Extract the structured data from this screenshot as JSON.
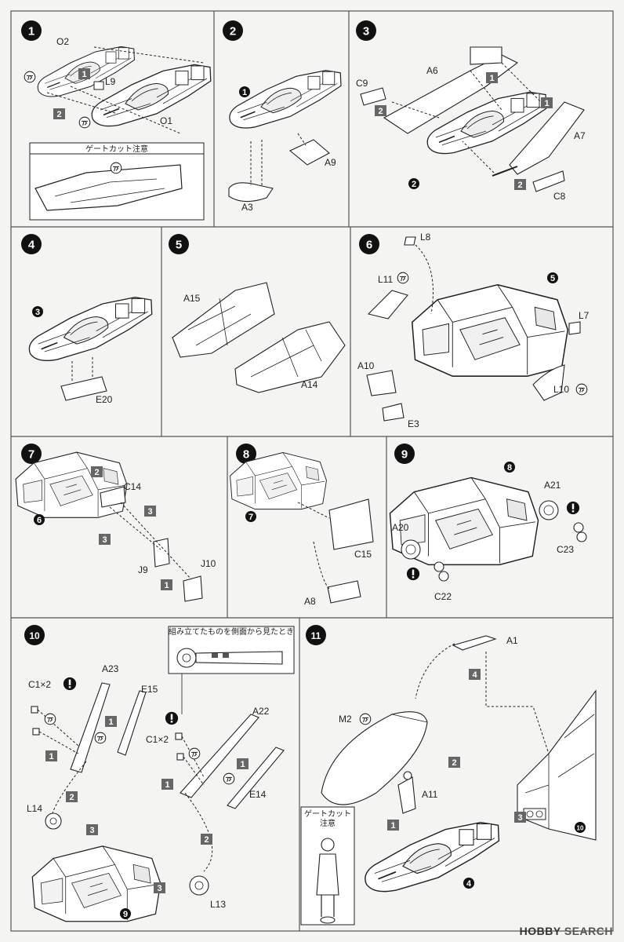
{
  "steps": [
    "1",
    "2",
    "3",
    "4",
    "5",
    "6",
    "7",
    "8",
    "9",
    "10",
    "11"
  ],
  "badges": [
    "1",
    "2",
    "3",
    "4"
  ],
  "panels": {
    "s1": {
      "parts": [
        "O2",
        "L9",
        "O1"
      ],
      "note": "ゲートカット注意"
    },
    "s2": {
      "parts": [
        "A9",
        "A3"
      ]
    },
    "s3": {
      "parts": [
        "C9",
        "A6",
        "A7",
        "C8"
      ]
    },
    "s4": {
      "parts": [
        "E20"
      ]
    },
    "s5": {
      "parts": [
        "A15",
        "A14"
      ]
    },
    "s6": {
      "parts": [
        "L8",
        "L11",
        "L7",
        "A10",
        "L10",
        "E3"
      ]
    },
    "s7": {
      "parts": [
        "C14",
        "J9",
        "J10"
      ]
    },
    "s8": {
      "parts": [
        "C15",
        "A8"
      ]
    },
    "s9": {
      "parts": [
        "A21",
        "A20",
        "C23",
        "C22"
      ]
    },
    "s10": {
      "parts": [
        "A23",
        "C1×2",
        "E15",
        "L14",
        "A22",
        "C1×2",
        "E14",
        "L13"
      ],
      "note": "組み立てたものを側面から見たとき"
    },
    "s11": {
      "parts": [
        "A1",
        "M2",
        "A11"
      ],
      "note": "ゲートカット\n注意",
      "note_lines": [
        "ゲートカット",
        "注意"
      ]
    }
  },
  "watermark": {
    "brand": "HOBBY",
    "rest": "SEARCH"
  }
}
